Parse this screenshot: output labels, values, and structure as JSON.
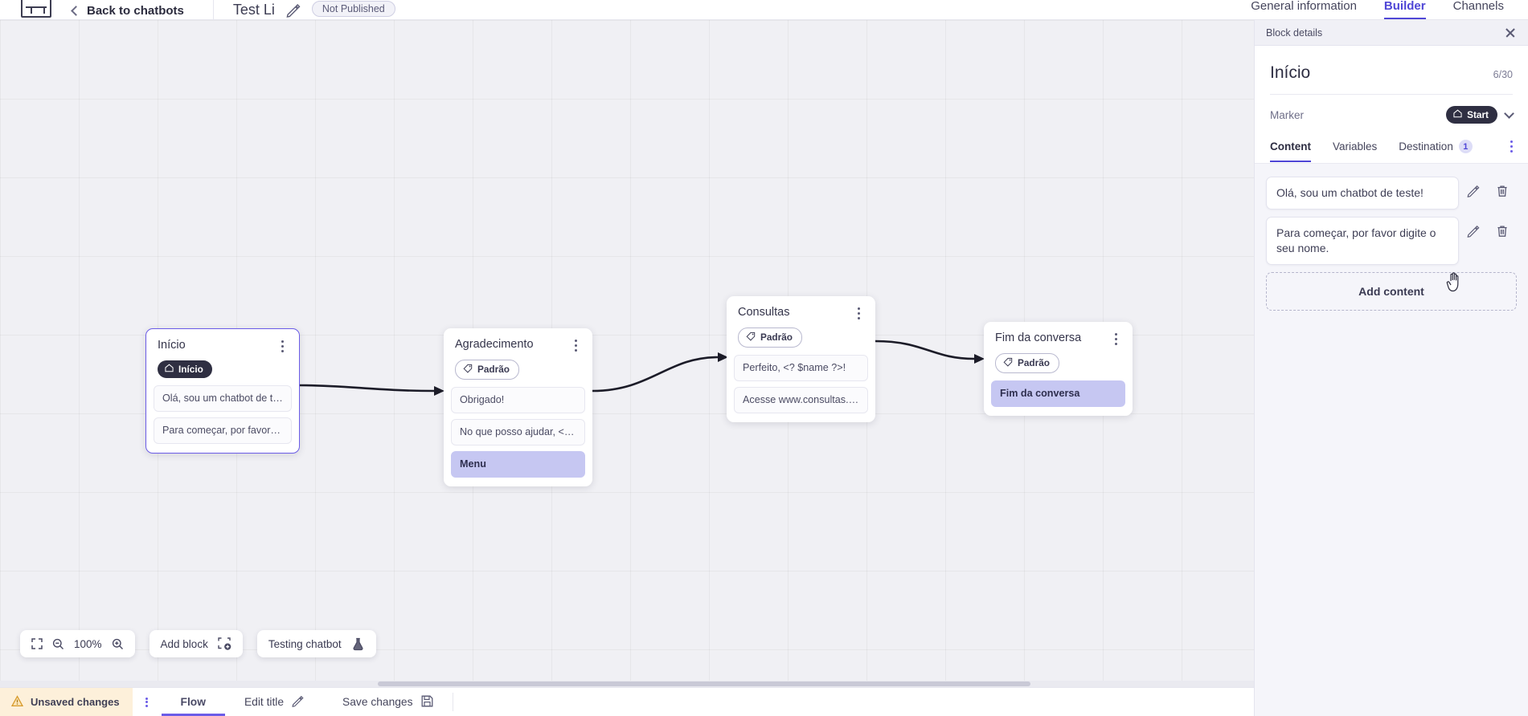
{
  "topbar": {
    "logo_name": "app-logo",
    "back_label": "Back to chatbots",
    "bot_title": "Test Li",
    "edit_title_icon": "pencil-icon",
    "status_badge": "Not Published",
    "tabs": [
      {
        "label": "General information",
        "active": false
      },
      {
        "label": "Builder",
        "active": true
      },
      {
        "label": "Channels",
        "active": false
      }
    ]
  },
  "canvas": {
    "blocks": [
      {
        "title": "Início",
        "chip": {
          "label": "Início",
          "type": "start",
          "icon": "home-icon"
        },
        "messages": [
          {
            "text": "Olá, sou um chatbot de teste!",
            "highlight": false
          },
          {
            "text": "Para começar, por favor digite o ...",
            "highlight": false
          }
        ]
      },
      {
        "title": "Agradecimento",
        "chip": {
          "label": "Padrão",
          "type": "default",
          "icon": "tag-icon"
        },
        "messages": [
          {
            "text": "Obrigado!",
            "highlight": false
          },
          {
            "text": "No que posso ajudar, <? $name ...",
            "highlight": false
          },
          {
            "text": "Menu",
            "highlight": true
          }
        ]
      },
      {
        "title": "Consultas",
        "chip": {
          "label": "Padrão",
          "type": "default",
          "icon": "tag-icon"
        },
        "messages": [
          {
            "text": "Perfeito, <? $name ?>!",
            "highlight": false
          },
          {
            "text": "Acesse www.consultas.com par...",
            "highlight": false
          }
        ]
      },
      {
        "title": "Fim da conversa",
        "chip": {
          "label": "Padrão",
          "type": "default",
          "icon": "tag-icon"
        },
        "messages": [
          {
            "text": "Fim da conversa",
            "highlight": true
          }
        ]
      }
    ],
    "toolbar": {
      "fit_icon": "fit-screen-icon",
      "zoom_out_icon": "zoom-out-icon",
      "zoom_level": "100%",
      "zoom_in_icon": "zoom-in-icon",
      "add_block_label": "Add block",
      "add_block_icon": "add-block-icon",
      "testing_label": "Testing chatbot",
      "testing_icon": "flask-icon"
    }
  },
  "bottombar": {
    "unsaved_label": "Unsaved changes",
    "warning_icon": "warning-icon",
    "kebab_icon": "kebab-icon",
    "flow_label": "Flow",
    "edit_title_label": "Edit title",
    "edit_title_icon": "pencil-icon",
    "save_label": "Save changes",
    "save_icon": "save-disk-icon"
  },
  "panel": {
    "header_label": "Block details",
    "close_icon": "close-icon",
    "title": "Início",
    "counter": "6/30",
    "marker_label": "Marker",
    "marker_value": "Start",
    "marker_icon": "home-icon",
    "marker_chevron": "chevron-down-icon",
    "tabs": [
      {
        "label": "Content",
        "active": true,
        "badge": ""
      },
      {
        "label": "Variables",
        "active": false,
        "badge": ""
      },
      {
        "label": "Destination",
        "active": false,
        "badge": "1"
      }
    ],
    "tabs_kebab_icon": "kebab-icon",
    "contents": [
      {
        "text": "Olá, sou um chatbot de teste!",
        "edit_icon": "pencil-icon",
        "delete_icon": "trash-icon"
      },
      {
        "text": "Para começar, por favor digite o seu nome.",
        "edit_icon": "pencil-icon",
        "delete_icon": "trash-icon"
      }
    ],
    "add_content_label": "Add content"
  },
  "colors": {
    "accent": "#4f46d6",
    "selected_border": "#6b5ce7",
    "highlight_msg": "#c6c7f2",
    "unsaved_bg": "#fdf0da",
    "canvas_bg": "#f0f0f4"
  }
}
